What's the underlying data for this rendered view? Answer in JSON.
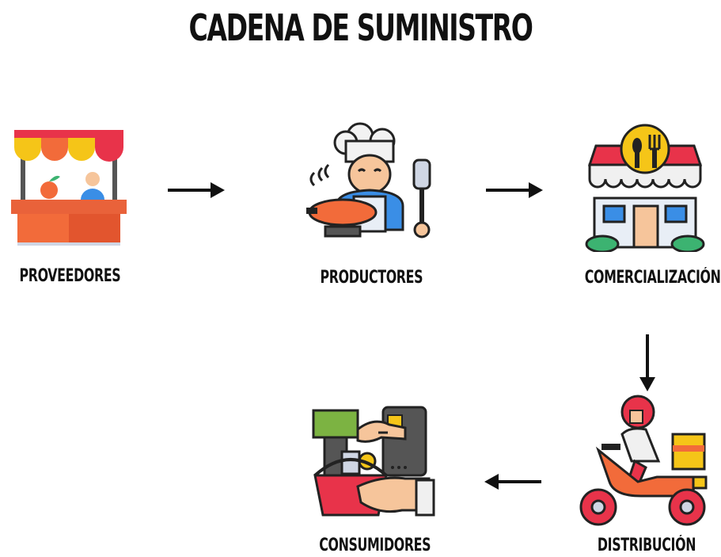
{
  "title": "CADENA DE SUMINISTRO",
  "nodes": {
    "proveedores": {
      "label": "PROVEEDORES",
      "icon": "market-stall-icon"
    },
    "productores": {
      "label": "PRODUCTORES",
      "icon": "chef-icon"
    },
    "comercializacion": {
      "label": "COMERCIALIZACIÓN",
      "icon": "restaurant-icon"
    },
    "distribucion": {
      "label": "DISTRIBUCIÓN",
      "icon": "delivery-scooter-icon"
    },
    "consumidores": {
      "label": "CONSUMIDORES",
      "icon": "shopping-payment-icon"
    }
  },
  "flow": [
    [
      "PROVEEDORES",
      "PRODUCTORES"
    ],
    [
      "PRODUCTORES",
      "COMERCIALIZACIÓN"
    ],
    [
      "COMERCIALIZACIÓN",
      "DISTRIBUCIÓN"
    ],
    [
      "DISTRIBUCIÓN",
      "CONSUMIDORES"
    ]
  ],
  "colors": {
    "text": "#111111",
    "arrow": "#111111"
  }
}
